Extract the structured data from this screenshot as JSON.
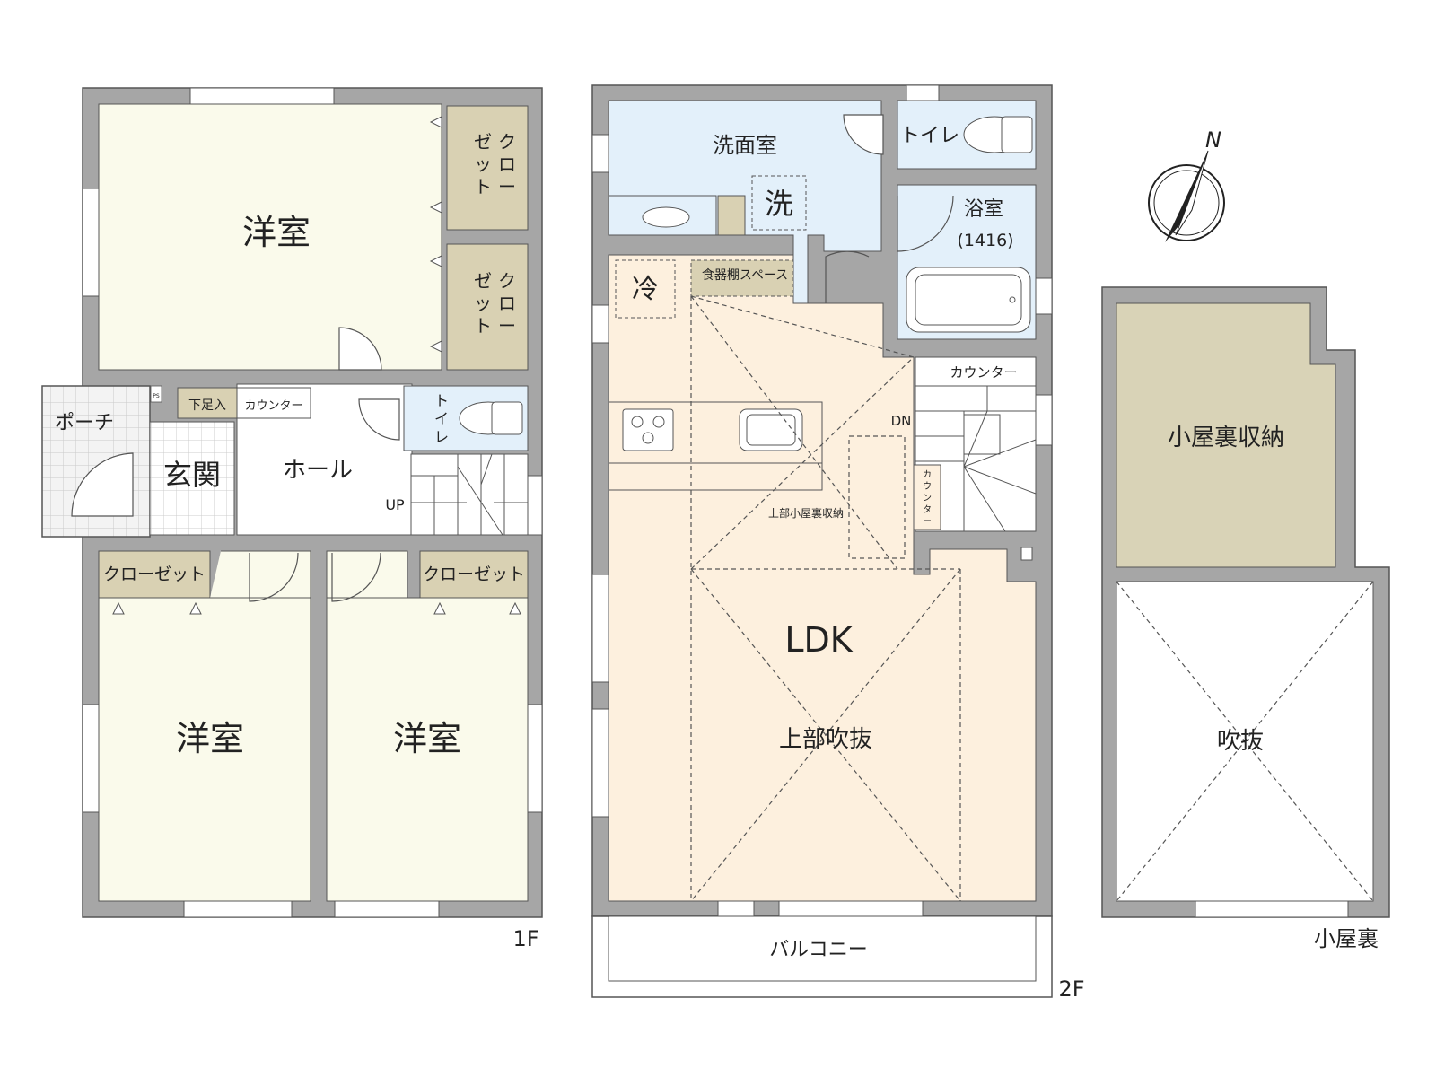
{
  "floors": {
    "f1": {
      "label": "1F",
      "rooms": {
        "western_top": "洋室",
        "closet_top_a": "クローゼット",
        "closet_top_b": "クローゼット",
        "porch": "ポーチ",
        "entrance": "玄関",
        "hall": "ホール",
        "shoe_storage": "下足入",
        "counter": "カウンター",
        "toilet": "トイレ",
        "ps": "PS",
        "stairs_up": "UP",
        "closet_left": "クローゼット",
        "closet_right": "クローゼット",
        "western_left": "洋室",
        "western_right": "洋室"
      }
    },
    "f2": {
      "label": "2F",
      "rooms": {
        "washroom": "洗面室",
        "washer": "洗",
        "toilet": "トイレ",
        "bath": "浴室",
        "bath_size": "(1416)",
        "fridge": "冷",
        "cupboard_space": "食器棚スペース",
        "counter_top": "カウンター",
        "counter_side": "カウンター",
        "stairs_down": "DN",
        "loft_storage_above": "上部小屋裏収納",
        "ldk": "LDK",
        "open_ceiling": "上部吹抜",
        "balcony": "バルコニー"
      }
    },
    "loft": {
      "label": "小屋裏",
      "rooms": {
        "storage": "小屋裏収納",
        "open": "吹抜"
      }
    }
  },
  "compass": {
    "north": "N"
  },
  "colors": {
    "wall": "#a6a6a6",
    "bedroom": "#fafaeb",
    "closet": "#d9d1b3",
    "wet_area": "#e3f0fa",
    "ldk": "#fdf0de",
    "loft_storage": "#d9d3b7",
    "tile": "#f1f1f1"
  }
}
